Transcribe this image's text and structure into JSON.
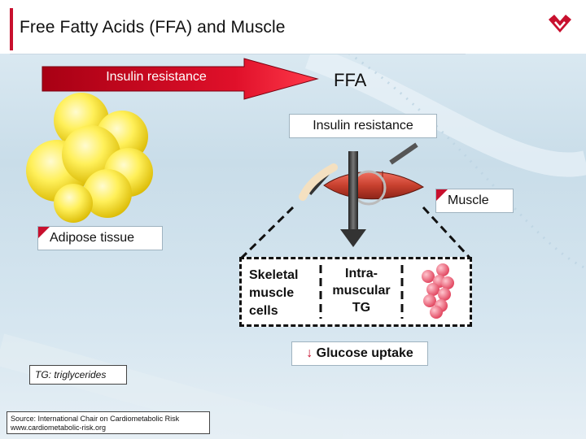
{
  "slide": {
    "title": "Free Fatty Acids (FFA) and Muscle",
    "accent_color": "#c8102e"
  },
  "diagram": {
    "arrow_label": "Insulin resistance",
    "ffa_label": "FFA",
    "muscle_insulin_resistance": "Insulin resistance",
    "muscle_label": "Muscle",
    "adipose_label": "Adipose tissue",
    "skeletal_label_lines": [
      "Skeletal",
      "muscle",
      "cells"
    ],
    "intra_label_lines": [
      "Intra-",
      "muscular",
      "TG"
    ],
    "glucose_arrow": "↓",
    "glucose_label": "Glucose uptake"
  },
  "footnotes": {
    "tg_note": "TG: triglycerides",
    "source_line1": "Source: International Chair on Cardiometabolic Risk",
    "source_line2": "www.cardiometabolic-risk.org"
  },
  "icons": {
    "logo": "heart-logo-icon"
  }
}
